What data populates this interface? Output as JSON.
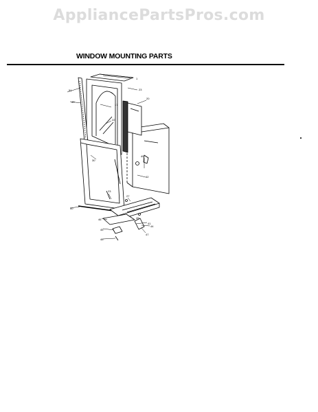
{
  "watermark": "AppliancePartsPros.com",
  "title": "WINDOW MOUNTING PARTS",
  "callouts": [
    {
      "id": "c1",
      "label": "1"
    },
    {
      "id": "c17",
      "label": "17"
    },
    {
      "id": "c20",
      "label": "20"
    },
    {
      "id": "c22",
      "label": "22"
    },
    {
      "id": "c23",
      "label": "23"
    },
    {
      "id": "c23b",
      "label": "23"
    },
    {
      "id": "c27",
      "label": "27"
    },
    {
      "id": "c30",
      "label": "30"
    },
    {
      "id": "c40",
      "label": "40"
    },
    {
      "id": "c41",
      "label": "41"
    },
    {
      "id": "c42",
      "label": "42"
    },
    {
      "id": "c43",
      "label": "43"
    },
    {
      "id": "c44",
      "label": "44"
    },
    {
      "id": "c45",
      "label": "45"
    },
    {
      "id": "c46",
      "label": "46"
    },
    {
      "id": "c47",
      "label": "47"
    },
    {
      "id": "c48",
      "label": "48"
    },
    {
      "id": "c49",
      "label": "49"
    },
    {
      "id": "c50",
      "label": "50"
    },
    {
      "id": "c51",
      "label": "51"
    }
  ]
}
